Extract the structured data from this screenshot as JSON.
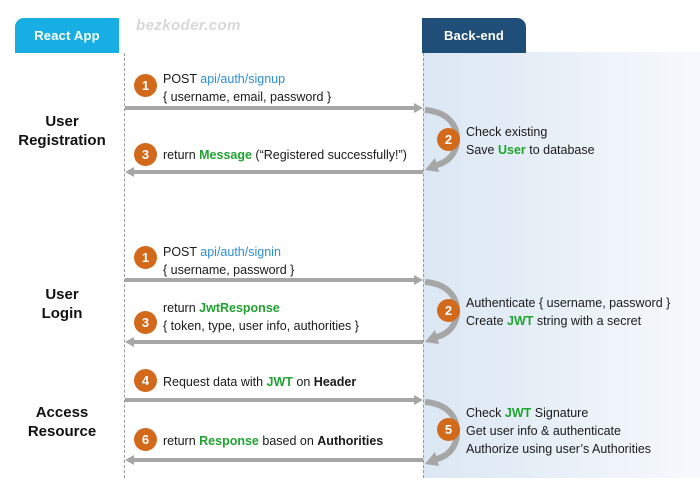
{
  "watermark": "bezkoder.com",
  "actors": {
    "client": {
      "label": "React App",
      "color": "#17aee4"
    },
    "server": {
      "label": "Back-end",
      "color": "#1f4f79"
    }
  },
  "palette": {
    "badge": "#d2691b",
    "arrow": "#a6a6a6",
    "api_link": "#2e8fd4",
    "highlight_green": "#21a331",
    "band_start": "#dbe7f3",
    "band_end": "#f6f9fc"
  },
  "sections": [
    {
      "title_line1": "User",
      "title_line2": "Registration",
      "messages": [
        {
          "badge": "1",
          "direction": "request",
          "line1_prefix": "POST ",
          "line1_api": "api/auth/signup",
          "line2": "{ username, email, password }"
        },
        {
          "badge": "3",
          "direction": "response",
          "line1_prefix": "return ",
          "line1_green": "Message",
          "line1_suffix": " (“Registered successfully!”)"
        }
      ],
      "server_note": {
        "badge": "2",
        "lines": [
          {
            "text": "Check existing"
          },
          {
            "prefix": "Save ",
            "green": "User",
            "suffix": " to database"
          }
        ]
      }
    },
    {
      "title_line1": "User",
      "title_line2": "Login",
      "messages": [
        {
          "badge": "1",
          "direction": "request",
          "line1_prefix": "POST ",
          "line1_api": "api/auth/signin",
          "line2": "{ username, password }"
        },
        {
          "badge": "3",
          "direction": "response",
          "line1_prefix": "return ",
          "line1_green": "JwtResponse",
          "line2": "{ token, type, user info, authorities }"
        }
      ],
      "server_note": {
        "badge": "2",
        "lines": [
          {
            "text": "Authenticate { username, password }"
          },
          {
            "prefix": "Create ",
            "green": "JWT",
            "suffix": " string with a secret"
          }
        ]
      }
    },
    {
      "title_line1": "Access",
      "title_line2": "Resource",
      "messages": [
        {
          "badge": "4",
          "direction": "request",
          "line1_prefix": "Request  data with ",
          "line1_green": "JWT",
          "line1_suffix": " on ",
          "line1_bold": "Header"
        },
        {
          "badge": "6",
          "direction": "response",
          "line1_prefix": "return ",
          "line1_green": "Response",
          "line1_suffix": " based on ",
          "line1_bold": "Authorities"
        }
      ],
      "server_note": {
        "badge": "5",
        "lines": [
          {
            "prefix": "Check ",
            "green": "JWT",
            "suffix": " Signature"
          },
          {
            "text": "Get user info & authenticate"
          },
          {
            "text": "Authorize using user’s Authorities"
          }
        ]
      }
    }
  ]
}
